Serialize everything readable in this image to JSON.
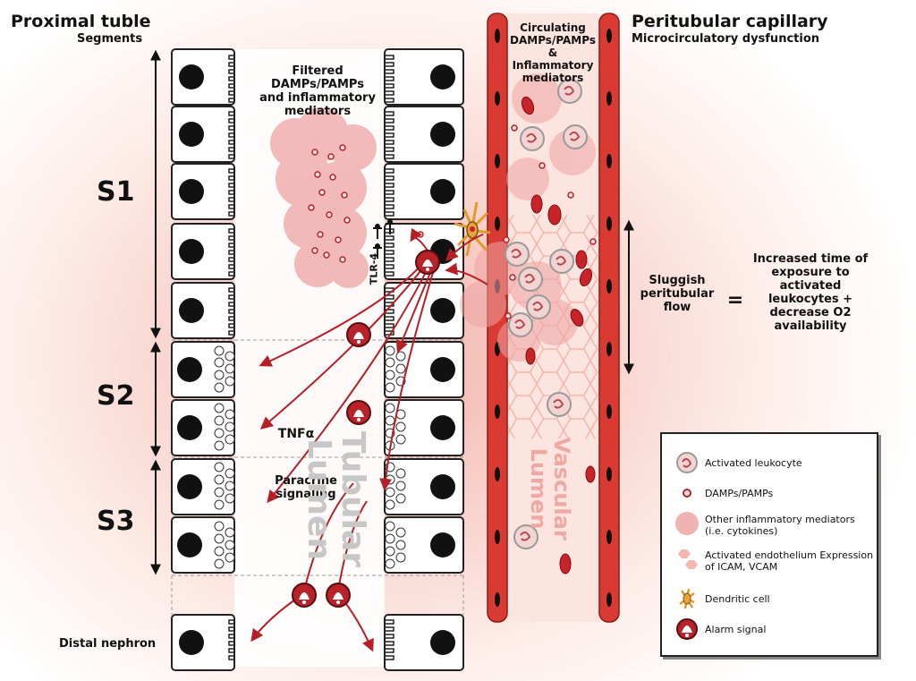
{
  "header": {
    "left_title": "Proximal tuble",
    "left_subtitle": "Segments",
    "right_title": "Peritubular capillary",
    "right_subtitle": "Microcirculatory dysfunction"
  },
  "segments": [
    "S1",
    "S2",
    "S3"
  ],
  "labels": {
    "filtered": "Filtered DAMPs/PAMPs and inflammatory mediators",
    "circulating": "Circulating DAMPs/PAMPs & Inflammatory mediators",
    "tlr4": "TLR-4",
    "tnf": "TNFα",
    "paracrine": "Paracrine signaling",
    "tubular_lumen": "Tubular Lumen",
    "vascular_lumen": "Vascular Lumen",
    "distal": "Distal nephron",
    "sluggish": "Sluggish peritubular flow",
    "equals": "=",
    "outcome": "Increased time of exposure to activated leukocytes + decrease O2 availability"
  },
  "legend": [
    {
      "icon": "activated-leukocyte-icon",
      "text": "Activated leukocyte"
    },
    {
      "icon": "damp-pamp-icon",
      "text": "DAMPs/PAMPs"
    },
    {
      "icon": "inflammatory-mediator-icon",
      "text": "Other inflammatory mediators (i.e. cytokines)"
    },
    {
      "icon": "activated-endothelium-icon",
      "text": "Activated endothelium Expression of ICAM, VCAM"
    },
    {
      "icon": "dendritic-cell-icon",
      "text": "Dendritic cell"
    },
    {
      "icon": "alarm-signal-icon",
      "text": "Alarm signal"
    }
  ],
  "colors": {
    "vessel_wall": "#d93a32",
    "vessel_fill": "#f6c8c2",
    "alarm_red": "#b8232a",
    "arrow_red": "#b51f26",
    "inflammation_pink": "#eea4a4",
    "dendritic_orange": "#e39a2a"
  }
}
